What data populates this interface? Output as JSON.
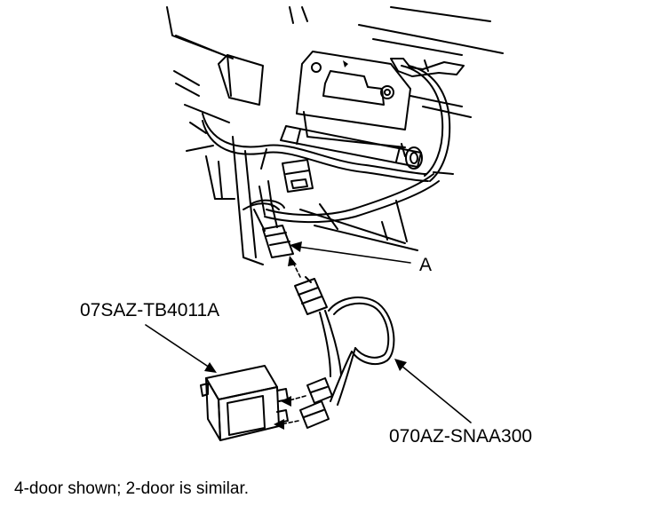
{
  "diagram": {
    "callouts": {
      "connector_a": "A",
      "module_part": "07SAZ-TB4011A",
      "harness_part": "070AZ-SNAA300"
    },
    "caption": "4-door shown; 2-door is similar."
  }
}
